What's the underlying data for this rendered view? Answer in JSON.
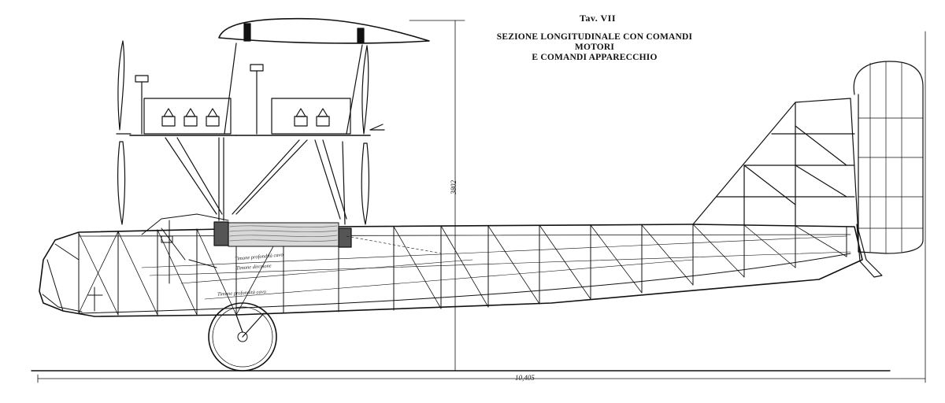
{
  "plate": {
    "number": "Tav. VII",
    "title_line1": "SEZIONE LONGITUDINALE CON COMANDI MOTORI",
    "title_line2": "E COMANDI APPARECCHIO"
  },
  "dimensions": {
    "height": "3802",
    "length": "10,405"
  },
  "annotations": {
    "control_1": "Timone profondità cavo",
    "control_2": "Timone direzione",
    "control_3": "Timone profondità cavo"
  },
  "colors": {
    "ink": "#111111",
    "wood": "#6b6b6b",
    "paper": "#ffffff"
  }
}
